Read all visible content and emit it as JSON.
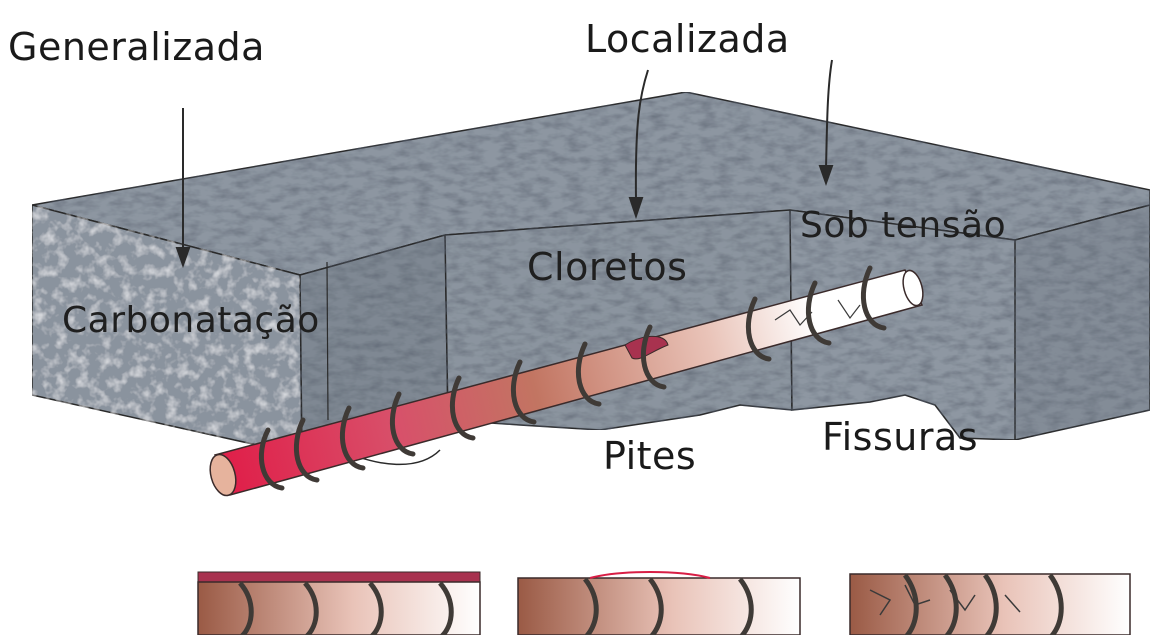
{
  "labels": {
    "generalizada": "Generalizada",
    "localizada": "Localizada",
    "carbonatacao": "Carbonatação",
    "cloretos": "Cloretos",
    "sob_tensao": "Sob tensão",
    "pites": "Pites",
    "fissuras": "Fissuras"
  },
  "colors": {
    "concrete_top": "#8d96a1",
    "concrete_side": "#7f8893",
    "rebar_red": "#d81e45",
    "rebar_pink": "#e8b8ac",
    "rebar_brown": "#a65f48",
    "stirrup": "#3f3a36"
  }
}
